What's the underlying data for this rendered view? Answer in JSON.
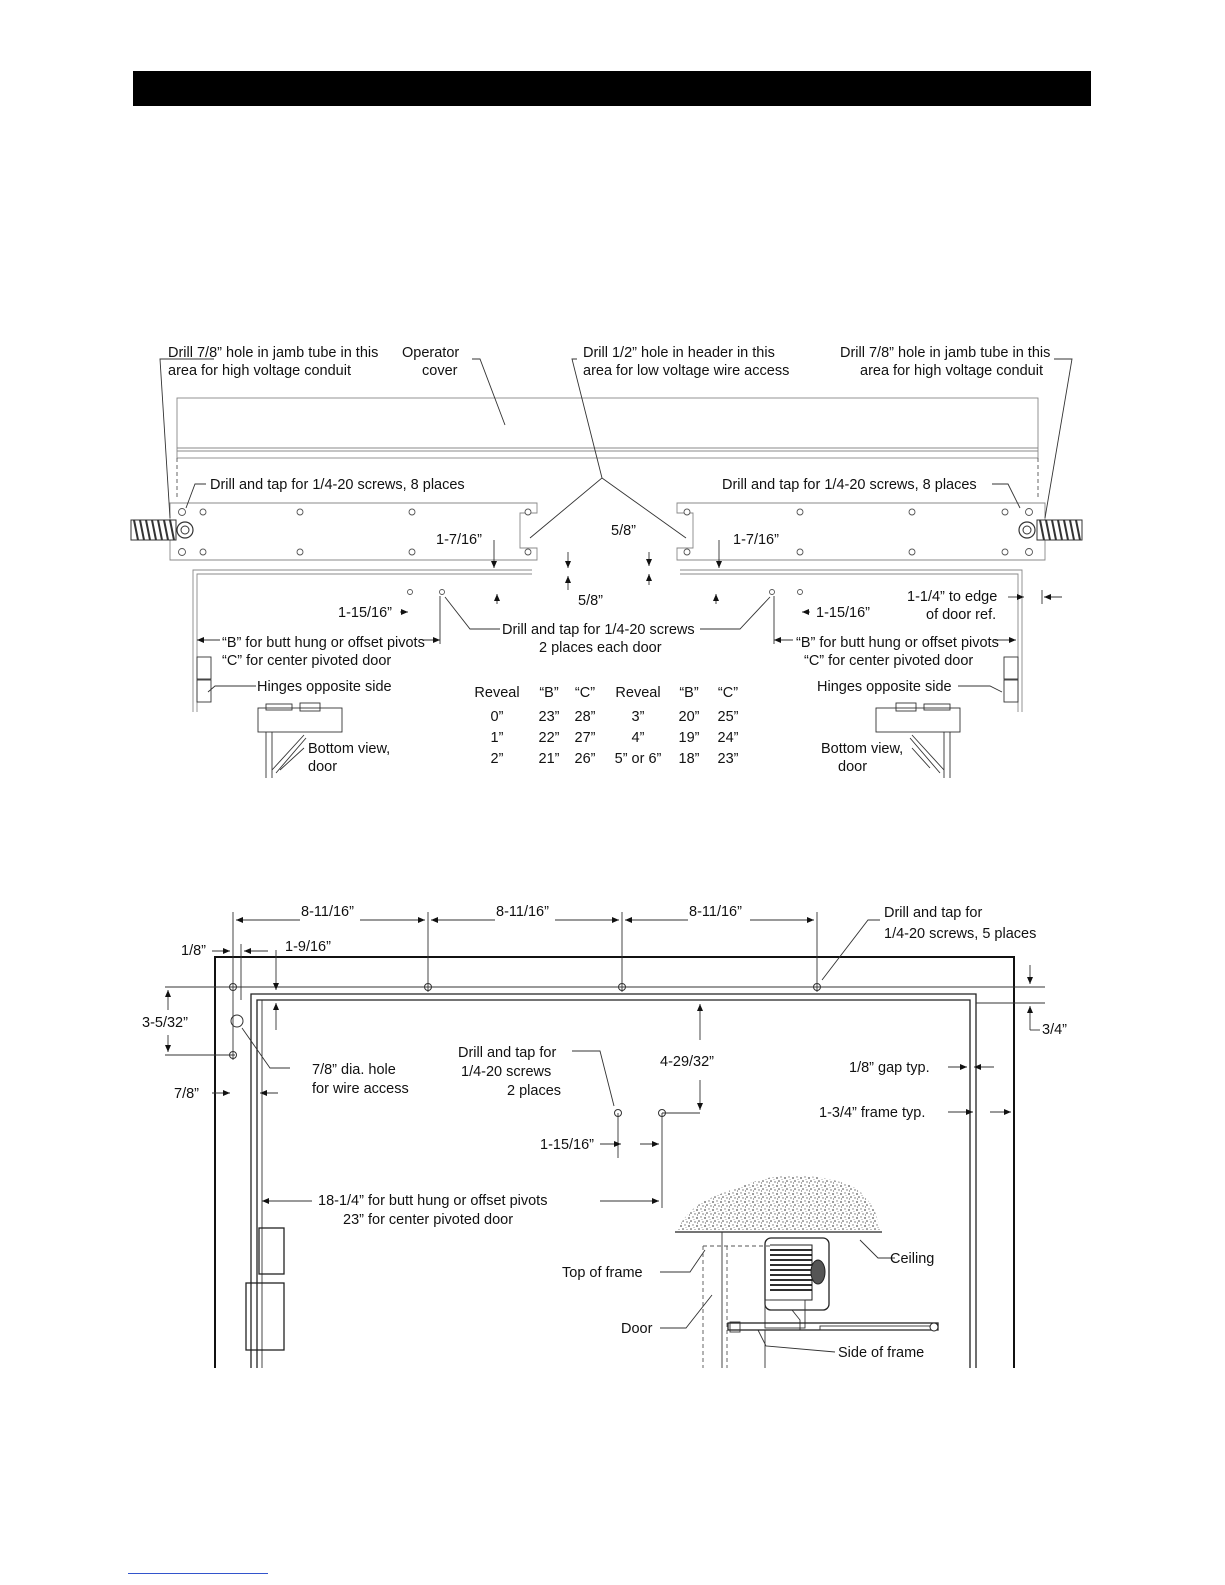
{
  "top_diagram": {
    "callout_jamb_left": [
      "Drill 7/8” hole in jamb tube in this",
      "area for high voltage conduit"
    ],
    "callout_operator_cover": [
      "Operator",
      "cover"
    ],
    "callout_header_hole": [
      "Drill 1/2” hole in header in this",
      "area for low voltage wire access"
    ],
    "callout_jamb_right": [
      "Drill 7/8” hole in jamb tube in this",
      "area for high voltage conduit"
    ],
    "drill_tap_left": "Drill and tap for 1/4-20 screws, 8 places",
    "drill_tap_right": "Drill and tap for 1/4-20 screws, 8 places",
    "dim_1_7_16_left": "1-7/16”",
    "dim_1_7_16_right": "1-7/16”",
    "dim_5_8_upper": "5/8”",
    "dim_5_8_lower": "5/8”",
    "dim_1_15_16_left": "1-15/16”",
    "dim_1_15_16_right": "1-15/16”",
    "dim_edge": [
      "1-1/4” to edge",
      "of door ref."
    ],
    "drill_tap_door": [
      "Drill and tap for 1/4-20 screws",
      "2 places each door"
    ],
    "b_c_left": [
      "“B” for butt hung or offset pivots",
      "“C” for center pivoted door"
    ],
    "b_c_right": [
      "“B” for butt hung or offset pivots",
      "“C” for center pivoted door"
    ],
    "hinges_left": "Hinges opposite side",
    "hinges_right": "Hinges opposite side",
    "bottom_view_left": [
      "Bottom view,",
      "door"
    ],
    "bottom_view_right": [
      "Bottom view,",
      "door"
    ],
    "reveal_table": {
      "headers": [
        "Reveal",
        "“B”",
        "“C”",
        "Reveal",
        "“B”",
        "“C”"
      ],
      "rows": [
        [
          "0”",
          "23”",
          "28”",
          "3”",
          "20”",
          "25”"
        ],
        [
          "1”",
          "22”",
          "27”",
          "4”",
          "19”",
          "24”"
        ],
        [
          "2”",
          "21”",
          "26”",
          "5” or 6”",
          "18”",
          "23”"
        ]
      ]
    }
  },
  "bottom_diagram": {
    "dim_spacing": [
      "8-11/16”",
      "8-11/16”",
      "8-11/16”"
    ],
    "drill_tap_5": [
      "Drill and tap for",
      "1/4-20 screws, 5 places"
    ],
    "dim_1_8": "1/8”",
    "dim_1_9_16": "1-9/16”",
    "dim_3_5_32": "3-5/32”",
    "dim_7_8": "7/8”",
    "dim_3_4": "3/4”",
    "wire_hole": [
      "7/8” dia. hole",
      "for wire access"
    ],
    "drill_tap_2": [
      "Drill and tap for",
      "1/4-20 screws",
      "2 places"
    ],
    "dim_4_29_32": "4-29/32”",
    "gap": "1/8” gap typ.",
    "frame": "1-3/4” frame typ.",
    "dim_1_15_16": "1-15/16”",
    "butt_hung": [
      "18-1/4” for butt hung or offset pivots",
      "23” for center pivoted door"
    ],
    "ceiling": "Ceiling",
    "top_of_frame": "Top of frame",
    "door": "Door",
    "side_of_frame": "Side of frame"
  }
}
